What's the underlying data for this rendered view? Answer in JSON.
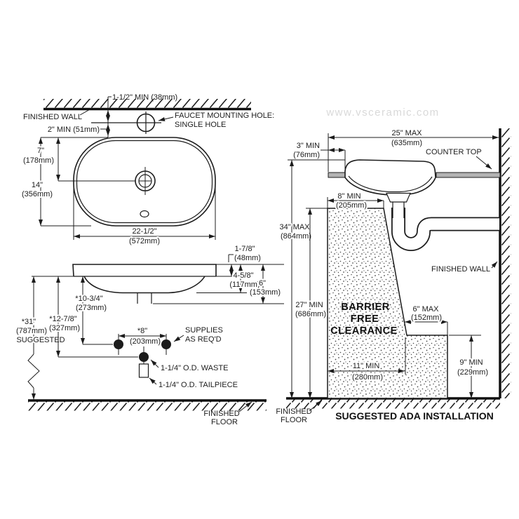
{
  "colors": {
    "line": "#1c1c1c",
    "counter": "#b3b3b3",
    "watermark": "#d9d9d9"
  },
  "watermark": "www.vsceramic.com",
  "top_view": {
    "finished_wall": "FINISHED WALL",
    "wall_offset_dim": "1-1/2\" MIN (38mm)",
    "faucet_hole_line1": "FAUCET MOUNTING HOLE:",
    "faucet_hole_line2": "SINGLE HOLE",
    "front_offset_dim": "2\" MIN (51mm)",
    "drain_setback_in": "7\"",
    "drain_setback_mm": "(178mm)",
    "overall_depth_in": "14\"",
    "overall_depth_mm": "(356mm)",
    "overall_width_in": "22-1/2\"",
    "overall_width_mm": "(572mm)"
  },
  "side_view": {
    "rim_height_in": "1-7/8\"",
    "rim_height_mm": "(48mm)",
    "bowl_depth_in": "4-5/8\"",
    "bowl_depth_mm": "(117mm)",
    "overall_height_in": "6\"",
    "overall_height_mm": "(153mm)",
    "supplies_drop_in": "*10-3/4\"",
    "supplies_drop_mm": "(273mm)",
    "waste_drop_in": "*12-7/8\"",
    "waste_drop_mm": "(327mm)",
    "rim_aff_in": "*31\"",
    "rim_aff_mm": "(787mm)",
    "rim_aff_note": "SUGGESTED",
    "supplies_spacing_in": "*8\"",
    "supplies_spacing_mm": "(203mm)",
    "supplies_line1": "SUPPLIES",
    "supplies_line2": "AS REQ'D",
    "waste_label": "1-1/4\" O.D. WASTE",
    "tailpiece_label": "1-1/4\" O.D. TAILPIECE",
    "floor_line1": "FINISHED",
    "floor_line2": "FLOOR"
  },
  "ada_view": {
    "counter_depth_in": "25\" MAX",
    "counter_depth_mm": "(635mm)",
    "overhang_in": "3\" MIN",
    "overhang_mm": "(76mm)",
    "counter_top": "COUNTER TOP",
    "apron_in": "8\" MIN",
    "apron_mm": "(205mm)",
    "counter_height_in": "34\" MAX",
    "counter_height_mm": "(864mm)",
    "knee_clearance_in": "27\" MIN",
    "knee_clearance_mm": "(686mm)",
    "barrier_line1": "BARRIER",
    "barrier_line2": "FREE",
    "barrier_line3": "CLEARANCE",
    "toe_depth_in": "6\" MAX",
    "toe_depth_mm": "(152mm)",
    "knee_depth_in": "11\" MIN",
    "knee_depth_mm": "(280mm)",
    "toe_height_in": "9\" MIN",
    "toe_height_mm": "(229mm)",
    "finished_wall": "FINISHED WALL",
    "floor_line1": "FINISHED",
    "floor_line2": "FLOOR",
    "title": "SUGGESTED ADA INSTALLATION"
  }
}
